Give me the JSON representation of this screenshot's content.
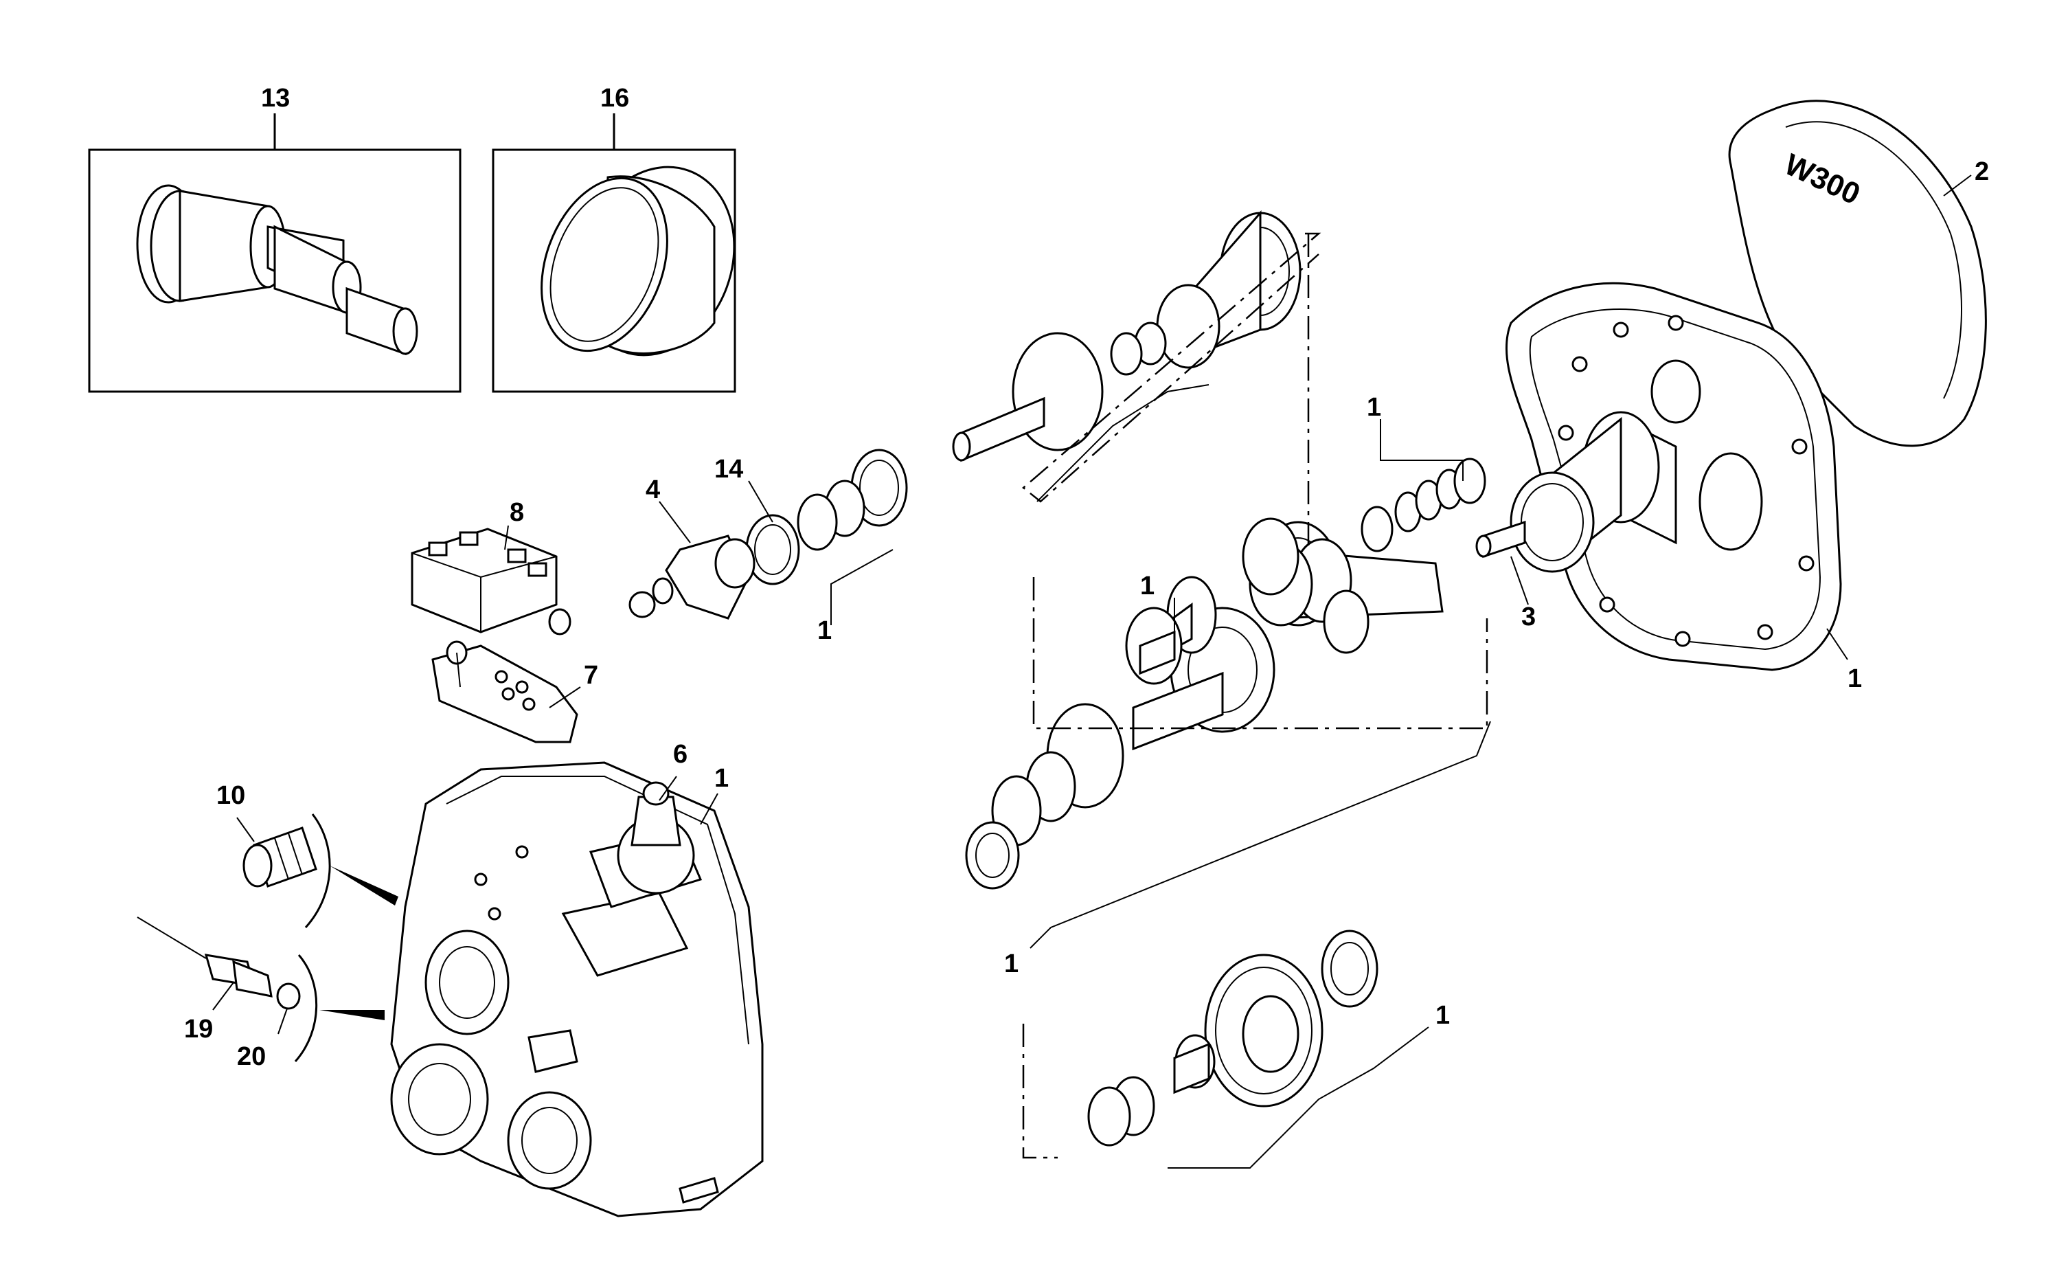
{
  "callouts": {
    "c13": "13",
    "c16": "16",
    "c2": "2",
    "c14": "14",
    "c4": "4",
    "c8": "8",
    "c1_upper_shaft": "1",
    "c1_rings": "1",
    "c1_mid_shaft": "1",
    "c3": "3",
    "c1_housing_right": "1",
    "c7": "7",
    "c6": "6",
    "c1_housing_left": "1",
    "c10": "10",
    "c19": "19",
    "c20": "20",
    "c1_lower_shaft": "1",
    "c1_idler": "1"
  },
  "labels": {
    "cover_marking": "W300"
  }
}
